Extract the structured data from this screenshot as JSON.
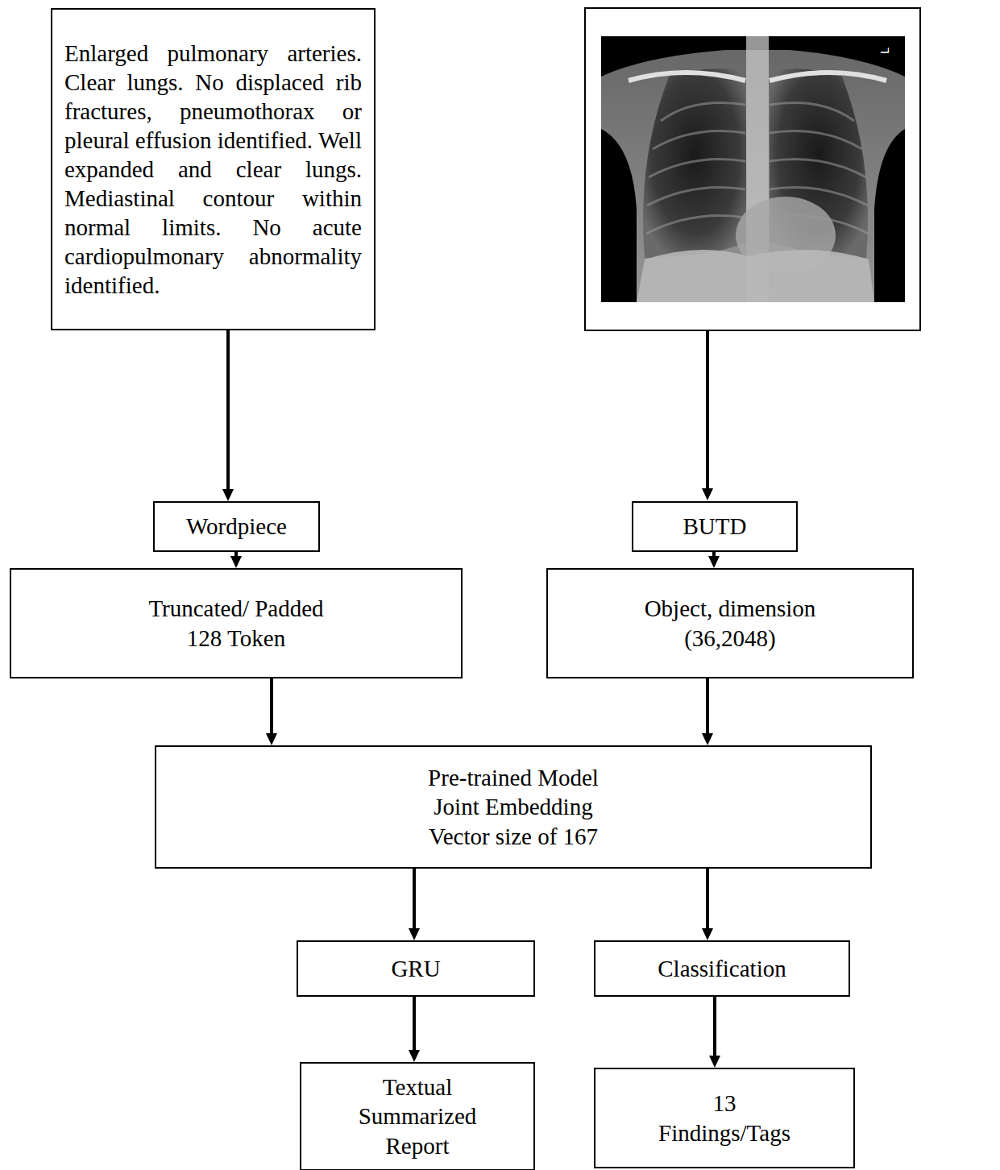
{
  "diagram": {
    "nodes": [
      {
        "text": [
          "Enlarged pulmonary arteries. Clear lungs. No displaced rib fractures, pneumothorax or pleural effusion identified. Well expanded and clear lungs. Mediastinal contour within normal limits. No acute cardiopulmonary abnormality identified."
        ]
      },
      {
        "text": [
          "Wordpiece"
        ]
      },
      {
        "text": [
          "BUTD"
        ]
      },
      {
        "text": [
          "Truncated/ Padded 128 Token"
        ]
      },
      {
        "text": [
          "Object, dimension (36,2048)"
        ]
      },
      {
        "text": [
          "Pre-trained Model Joint Embedding Vector size of 167"
        ]
      },
      {
        "text": [
          "GRU"
        ]
      },
      {
        "text": [
          "Classification"
        ]
      },
      {
        "text": [
          "Textual Summarized Report"
        ]
      },
      {
        "text": [
          "13 Findings/Tags"
        ]
      }
    ],
    "edges": [
      {
        "from": 0,
        "to": 1,
        "arrow": "to"
      },
      {
        "from": 1,
        "to": 3,
        "arrow": "to"
      },
      {
        "from": 2,
        "to": 4,
        "arrow": "to"
      },
      {
        "from": 3,
        "to": 5,
        "arrow": "to"
      },
      {
        "from": 4,
        "to": 5,
        "arrow": "to"
      },
      {
        "from": 5,
        "to": 6,
        "arrow": "to"
      },
      {
        "from": 5,
        "to": 7,
        "arrow": "to"
      },
      {
        "from": 6,
        "to": 8,
        "arrow": "to"
      },
      {
        "from": 7,
        "to": 9,
        "arrow": "to"
      }
    ],
    "labels": [
      "L"
    ]
  }
}
